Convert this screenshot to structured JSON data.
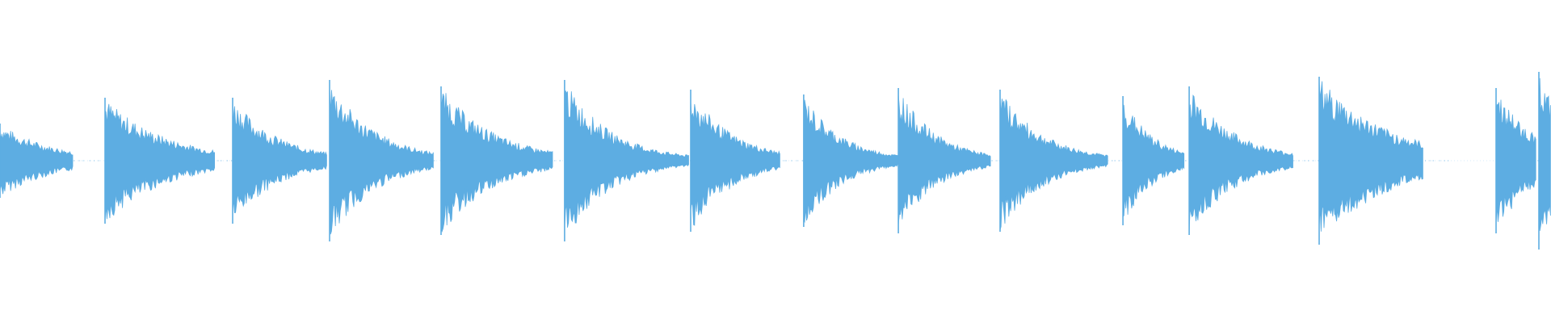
{
  "waveform": {
    "color": "#5dade2",
    "background": "#ffffff",
    "onsets": [
      {
        "t": 0.0,
        "peak": 0.23,
        "decay": 0.035,
        "length": 0.047,
        "cut": "left"
      },
      {
        "t": 0.0677,
        "peak": 0.39,
        "decay": 0.04,
        "length": 0.071
      },
      {
        "t": 0.15,
        "peak": 0.39,
        "decay": 0.03,
        "length": 0.061
      },
      {
        "t": 0.2125,
        "peak": 0.5,
        "decay": 0.03,
        "length": 0.067
      },
      {
        "t": 0.2844,
        "peak": 0.46,
        "decay": 0.035,
        "length": 0.072
      },
      {
        "t": 0.364,
        "peak": 0.5,
        "decay": 0.03,
        "length": 0.08
      },
      {
        "t": 0.4453,
        "peak": 0.44,
        "decay": 0.028,
        "length": 0.058
      },
      {
        "t": 0.5182,
        "peak": 0.41,
        "decay": 0.025,
        "length": 0.061
      },
      {
        "t": 0.5792,
        "peak": 0.45,
        "decay": 0.025,
        "length": 0.06
      },
      {
        "t": 0.6448,
        "peak": 0.44,
        "decay": 0.028,
        "length": 0.07
      },
      {
        "t": 0.724,
        "peak": 0.4,
        "decay": 0.02,
        "length": 0.04
      },
      {
        "t": 0.7667,
        "peak": 0.46,
        "decay": 0.03,
        "length": 0.067
      },
      {
        "t": 0.8505,
        "peak": 0.52,
        "decay": 0.045,
        "length": 0.067
      },
      {
        "t": 0.9646,
        "peak": 0.45,
        "decay": 0.025,
        "length": 0.026
      },
      {
        "t": 0.9922,
        "peak": 0.55,
        "decay": 0.02,
        "length": 0.008,
        "cut": "right"
      }
    ]
  }
}
